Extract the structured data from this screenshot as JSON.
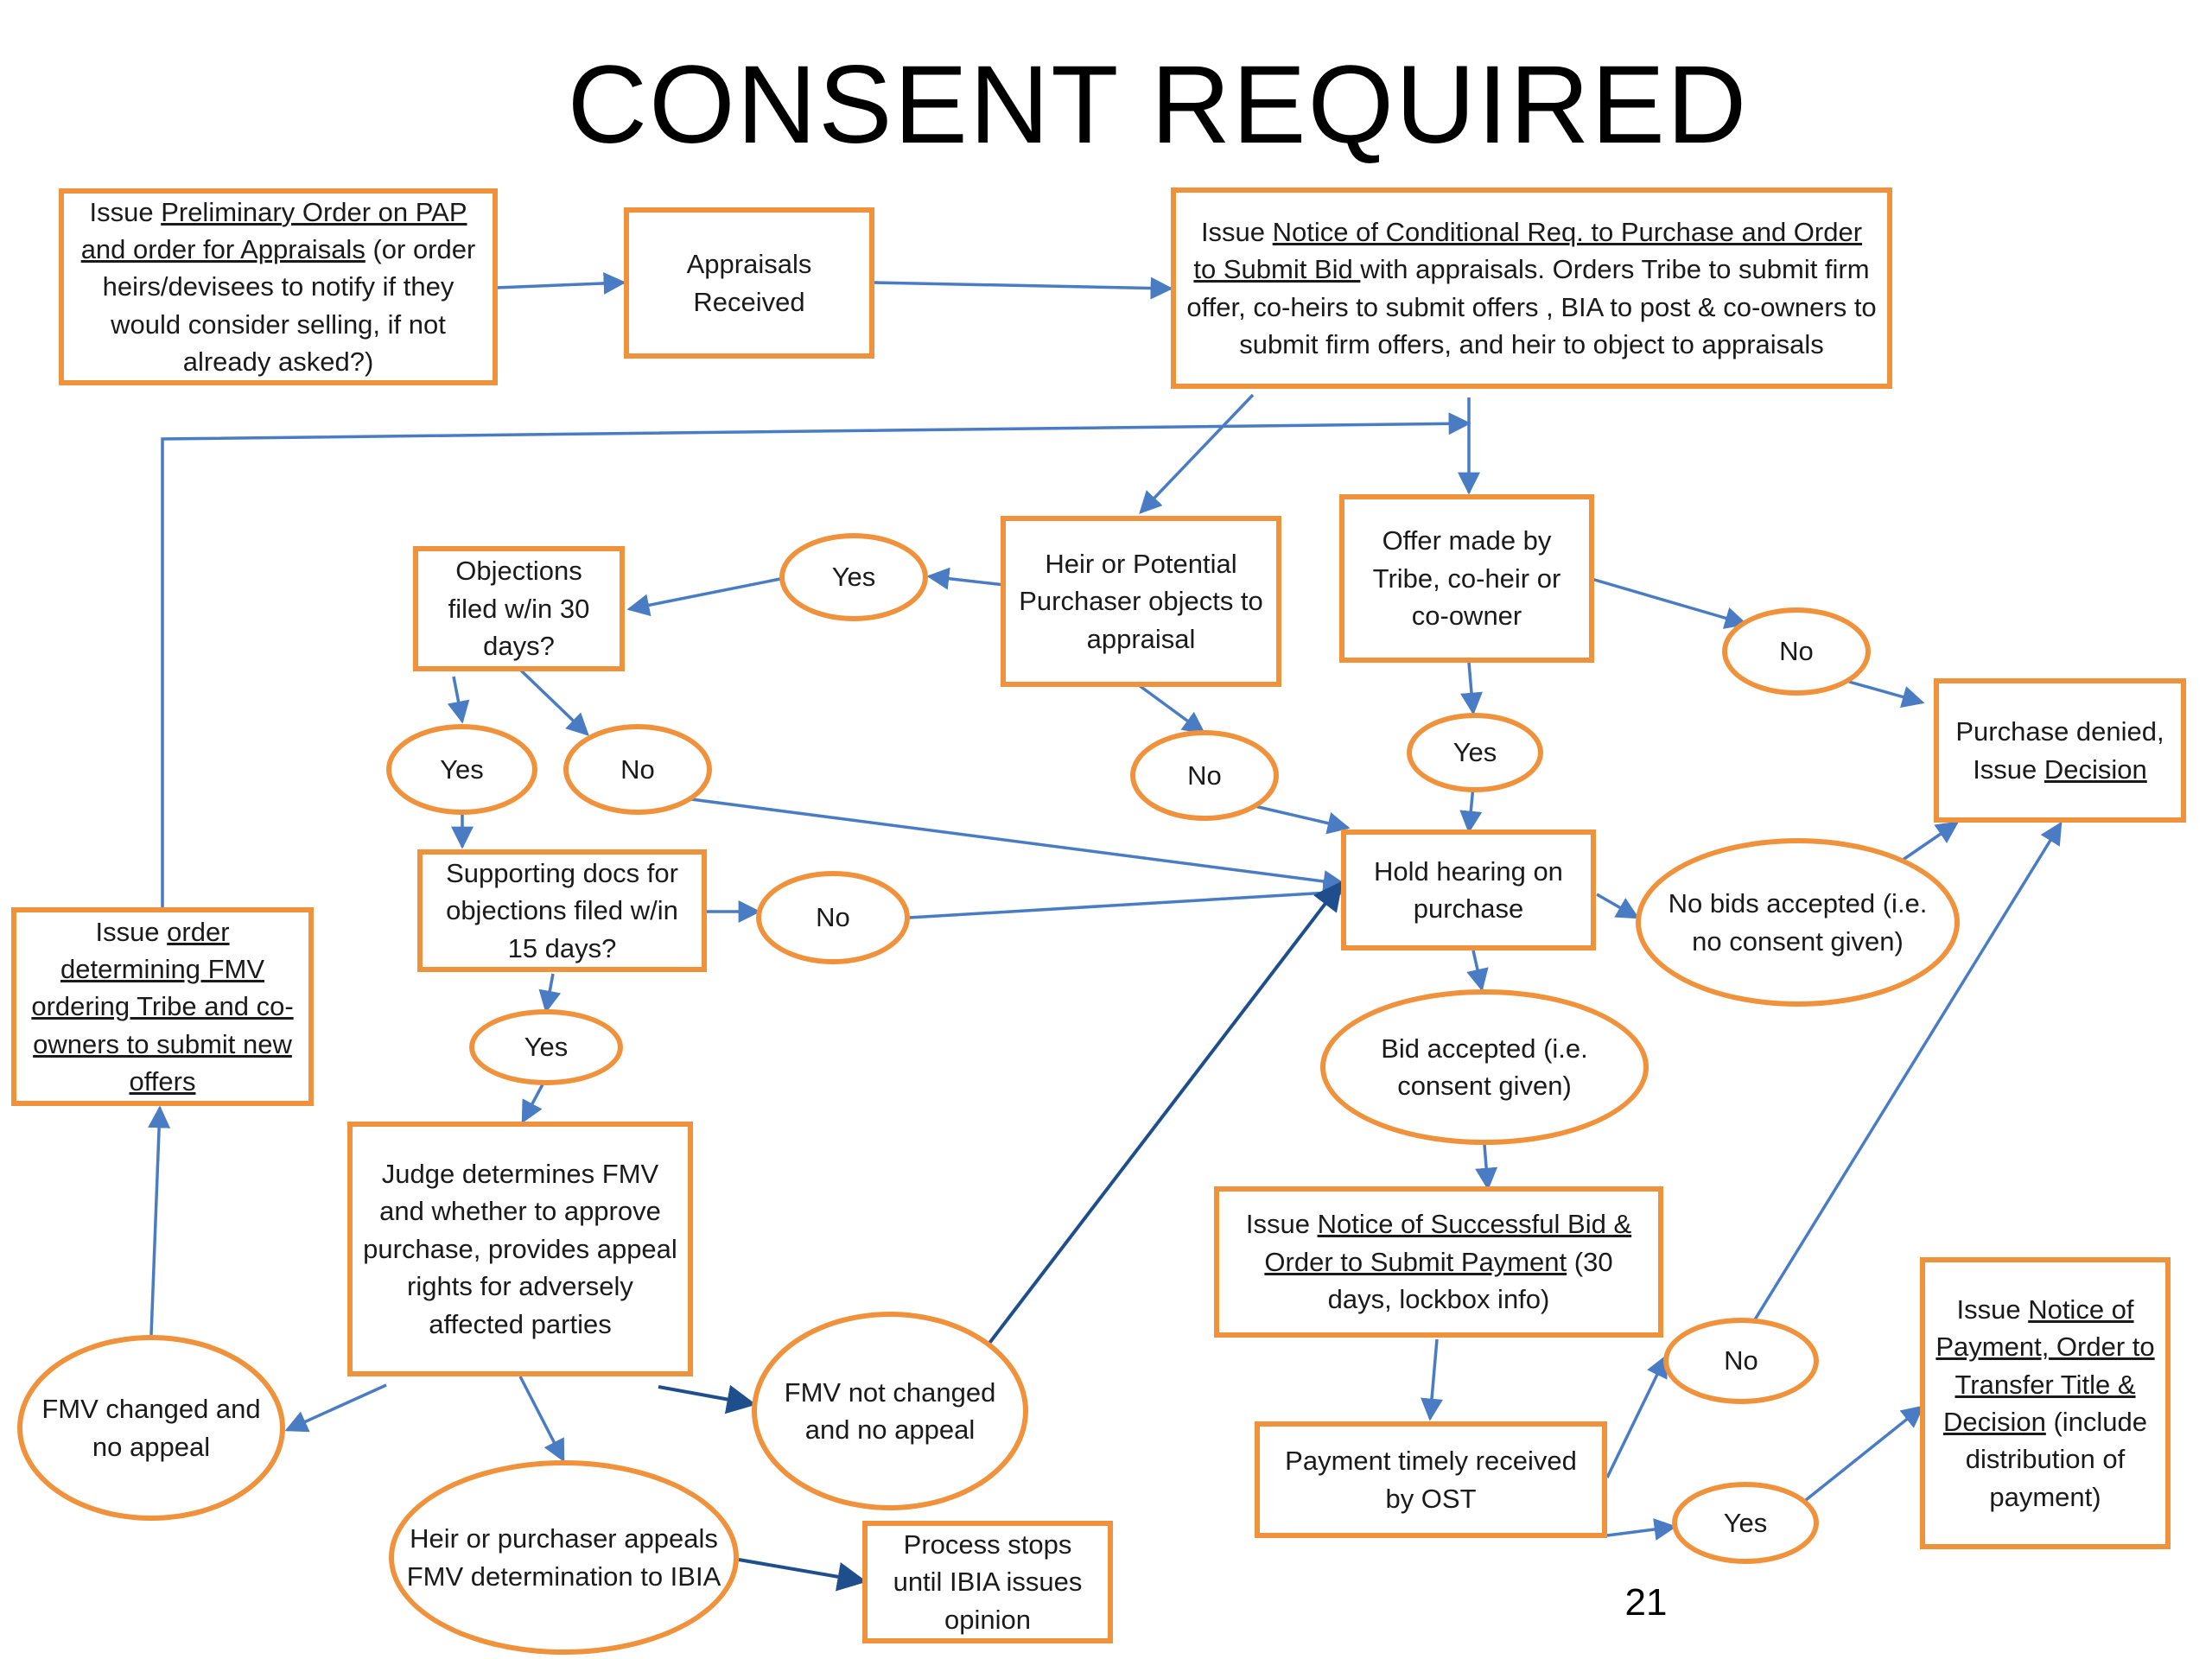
{
  "title": "CONSENT REQUIRED",
  "page_number": "21",
  "colors": {
    "node_border": "#f0923c",
    "arrow": "#4a7cc4",
    "arrow_dark": "#1f4e8c"
  },
  "nodes": {
    "prelim_order": {
      "pre": "Issue ",
      "u": "Preliminary Order on PAP and order for Appraisals",
      "post": " (or order heirs/devisees to notify if they would consider selling, if not already asked?)"
    },
    "appraisals_received": {
      "text": "Appraisals Received"
    },
    "notice_conditional": {
      "pre": "Issue ",
      "u": "Notice of Conditional Req. to Purchase  and Order to Submit Bid ",
      "post": "with appraisals. Orders Tribe to submit firm offer, co-heirs to submit offers , BIA to post & co-owners to submit firm offers, and heir to object to appraisals"
    },
    "heir_objects": {
      "text": "Heir or Potential Purchaser objects to appraisal"
    },
    "offer_made": {
      "text": "Offer made by Tribe, co-heir or co-owner"
    },
    "yes_objects": {
      "text": "Yes"
    },
    "objections_filed": {
      "text": "Objections filed w/in 30 days?"
    },
    "no_offer": {
      "text": "No"
    },
    "purchase_denied": {
      "pre": "Purchase denied, Issue ",
      "u": "Decision",
      "post": ""
    },
    "yes_objections": {
      "text": "Yes"
    },
    "no_objections": {
      "text": "No"
    },
    "no_heir_objects": {
      "text": "No"
    },
    "yes_offer": {
      "text": "Yes"
    },
    "supporting_docs": {
      "text": "Supporting docs for objections filed w/in 15 days?"
    },
    "no_docs": {
      "text": "No"
    },
    "hold_hearing": {
      "text": "Hold hearing on purchase"
    },
    "no_bids": {
      "text": "No bids accepted (i.e. no consent given)"
    },
    "issue_order_fmv": {
      "pre": "Issue ",
      "u": "order determining FMV ordering Tribe and co-owners to submit new offers",
      "post": ""
    },
    "yes_docs": {
      "text": "Yes"
    },
    "bid_accepted": {
      "text": "Bid accepted (i.e. consent given)"
    },
    "judge_determines": {
      "text": "Judge determines FMV and whether to approve purchase, provides appeal rights for adversely affected parties"
    },
    "notice_successful_bid": {
      "pre": "Issue ",
      "u": "Notice of Successful Bid & Order to Submit Payment",
      "post": " (30 days, lockbox info)"
    },
    "issue_notice_payment": {
      "pre": "Issue ",
      "u": "Notice of Payment, Order to Transfer Title & Decision",
      "post": " (include distribution of payment)"
    },
    "fmv_changed": {
      "text": "FMV changed and no appeal"
    },
    "fmv_not_changed": {
      "text": "FMV not changed and no appeal"
    },
    "no_payment": {
      "text": "No"
    },
    "payment_timely": {
      "text": "Payment timely received by OST"
    },
    "heir_appeals": {
      "text": "Heir or purchaser appeals FMV determination to IBIA"
    },
    "process_stops": {
      "text": "Process stops until IBIA issues opinion"
    },
    "yes_payment": {
      "text": "Yes"
    }
  }
}
